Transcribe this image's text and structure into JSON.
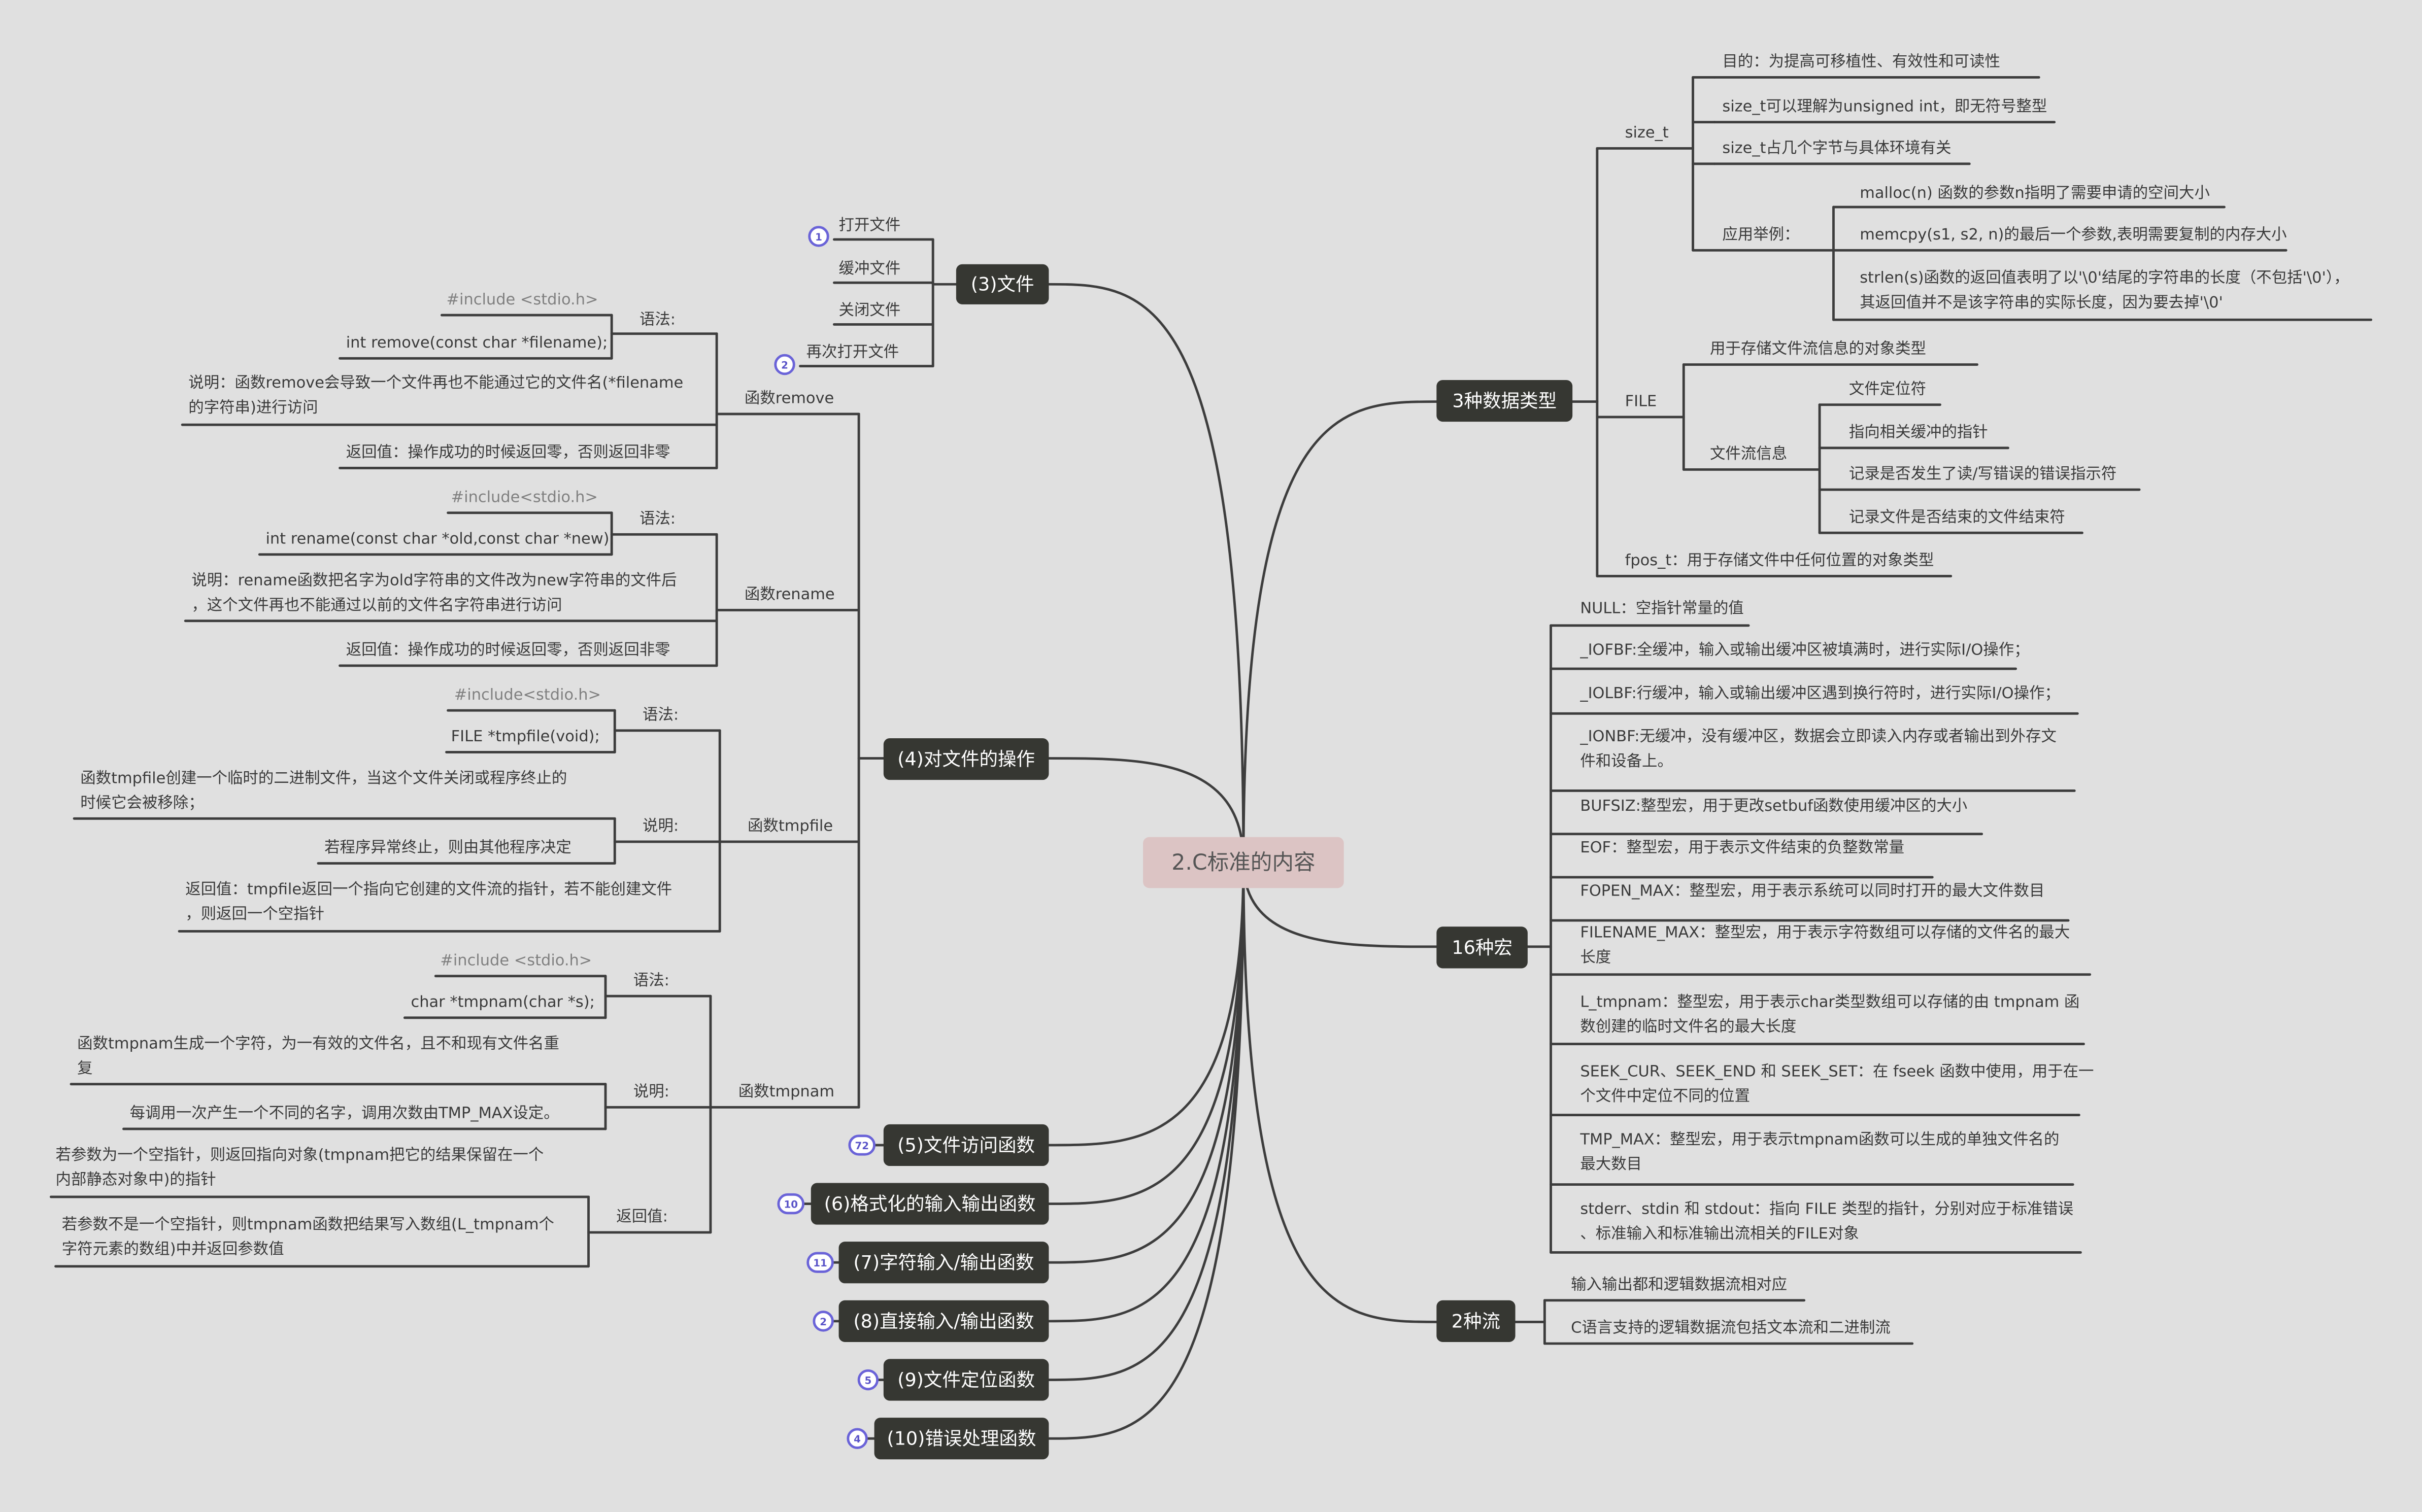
{
  "main": {
    "title": "2.C标准的内容"
  },
  "colors": {
    "background": "#e0e0e0",
    "node": "#363732",
    "center": "#dcc4c4",
    "badge": "#6a63d8",
    "line": "#3d3d3d"
  },
  "file": {
    "label": "(3)文件",
    "items": [
      "打开文件",
      "缓冲文件",
      "关闭文件",
      "再次打开文件"
    ],
    "badges": [
      "1",
      "2"
    ]
  },
  "ops": {
    "label": "(4)对文件的操作",
    "remove": {
      "label": "函数remove",
      "syntax_label": "语法:",
      "syntax": [
        "#include <stdio.h>",
        "int remove(const char *filename);"
      ],
      "desc": [
        "说明：函数remove会导致一个文件再也不能通过它的文件名(*filename",
        "的字符串)进行访问"
      ],
      "ret": "返回值：操作成功的时候返回零，否则返回非零"
    },
    "rename": {
      "label": "函数rename",
      "syntax_label": "语法:",
      "syntax": [
        "#include<stdio.h>",
        "int rename(const char *old,const char *new);"
      ],
      "desc": [
        "说明：rename函数把名字为old字符串的文件改为new字符串的文件后",
        "，这个文件再也不能通过以前的文件名字符串进行访问"
      ],
      "ret": "返回值：操作成功的时候返回零，否则返回非零"
    },
    "tmpfile": {
      "label": "函数tmpfile",
      "syntax_label": "语法:",
      "syntax": [
        "#include<stdio.h>",
        "FILE *tmpfile(void);"
      ],
      "desc_label": "说明:",
      "desc": [
        [
          "函数tmpfile创建一个临时的二进制文件，当这个文件关闭或程序终止的",
          "时候它会被移除；"
        ],
        "若程序异常终止，则由其他程序决定"
      ],
      "ret": [
        "返回值：tmpfile返回一个指向它创建的文件流的指针，若不能创建文件",
        "，则返回一个空指针"
      ]
    },
    "tmpnam": {
      "label": "函数tmpnam",
      "syntax_label": "语法:",
      "syntax": [
        "#include <stdio.h>",
        "char *tmpnam(char *s);"
      ],
      "desc_label": "说明:",
      "desc": [
        [
          "函数tmpnam生成一个字符，为一有效的文件名，且不和现有文件名重",
          "复"
        ],
        "每调用一次产生一个不同的名字，调用次数由TMP_MAX设定。"
      ],
      "ret_label": "返回值:",
      "ret": [
        [
          "若参数为一个空指针，则返回指向对象(tmpnam把它的结果保留在一个",
          "内部静态对象中)的指针"
        ],
        [
          "若参数不是一个空指针，则tmpnam函数把结果写入数组(L_tmpnam个",
          "字符元素的数组)中并返回参数值"
        ]
      ]
    }
  },
  "others": [
    {
      "label": "(5)文件访问函数",
      "badge": "72"
    },
    {
      "label": "(6)格式化的输入输出函数",
      "badge": "10"
    },
    {
      "label": "(7)字符输入/输出函数",
      "badge": "11"
    },
    {
      "label": "(8)直接输入/输出函数",
      "badge": "2"
    },
    {
      "label": "(9)文件定位函数",
      "badge": "5"
    },
    {
      "label": "(10)错误处理函数",
      "badge": "4"
    }
  ],
  "types": {
    "label": "3种数据类型",
    "size_t": {
      "label": "size_t",
      "items": [
        "目的：为提高可移植性、有效性和可读性",
        "size_t可以理解为unsigned int，即无符号整型",
        "size_t占几个字节与具体环境有关"
      ],
      "example_label": "应用举例：",
      "examples": [
        "malloc(n) 函数的参数n指明了需要申请的空间大小",
        "memcpy(s1, s2, n)的最后一个参数,表明需要复制的内存大小",
        [
          "strlen(s)函数的返回值表明了以'\\0'结尾的字符串的长度（不包括'\\0'），",
          "其返回值并不是该字符串的实际长度，因为要去掉'\\0'"
        ]
      ]
    },
    "file": {
      "label": "FILE",
      "desc": "用于存储文件流信息的对象类型",
      "stream_label": "文件流信息",
      "stream_items": [
        "文件定位符",
        "指向相关缓冲的指针",
        "记录是否发生了读/写错误的错误指示符",
        "记录文件是否结束的文件结束符"
      ]
    },
    "fpos": "fpos_t：用于存储文件中任何位置的对象类型"
  },
  "macros": {
    "label": "16种宏",
    "items": [
      "NULL：空指针常量的值",
      "_IOFBF:全缓冲，输入或输出缓冲区被填满时，进行实际I/O操作；",
      "_IOLBF:行缓冲，输入或输出缓冲区遇到换行符时，进行实际I/O操作；",
      [
        "_IONBF:无缓冲，没有缓冲区，数据会立即读入内存或者输出到外存文",
        "件和设备上。"
      ],
      "BUFSIZ:整型宏，用于更改setbuf函数使用缓冲区的大小",
      "EOF：整型宏，用于表示文件结束的负整数常量",
      "FOPEN_MAX：整型宏，用于表示系统可以同时打开的最大文件数目",
      [
        "FILENAME_MAX：整型宏，用于表示字符数组可以存储的文件名的最大",
        "长度"
      ],
      [
        "L_tmpnam：整型宏，用于表示char类型数组可以存储的由 tmpnam 函",
        "数创建的临时文件名的最大长度"
      ],
      [
        "SEEK_CUR、SEEK_END 和 SEEK_SET：在 fseek 函数中使用，用于在一",
        "个文件中定位不同的位置"
      ],
      [
        "TMP_MAX：整型宏，用于表示tmpnam函数可以生成的单独文件名的",
        "最大数目"
      ],
      [
        "stderr、stdin 和 stdout：指向 FILE 类型的指针，分别对应于标准错误",
        "、标准输入和标准输出流相关的FILE对象"
      ]
    ]
  },
  "streams": {
    "label": "2种流",
    "items": [
      "输入输出都和逻辑数据流相对应",
      "C语言支持的逻辑数据流包括文本流和二进制流"
    ]
  }
}
